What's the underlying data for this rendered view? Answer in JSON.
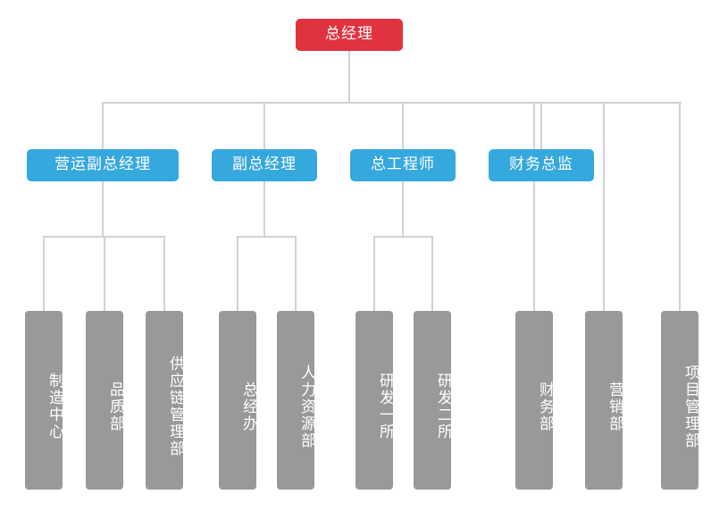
{
  "chart_title": "",
  "colors": {
    "root": "#e0333f",
    "level2": "#35a8dd",
    "leaf": "#999999",
    "connector": "#d2d2d2",
    "background": "#ffffff",
    "text": "#ffffff"
  },
  "org": {
    "root": {
      "label": "总经理",
      "level": 1
    },
    "level2": [
      {
        "label": "营运副总经理"
      },
      {
        "label": "副总经理"
      },
      {
        "label": "总工程师"
      },
      {
        "label": "财务总监"
      }
    ],
    "leaves": [
      {
        "label": "制造中心",
        "parent": "营运副总经理"
      },
      {
        "label": "品质部",
        "parent": "营运副总经理"
      },
      {
        "label": "供应链管理部",
        "parent": "营运副总经理"
      },
      {
        "label": "总经办",
        "parent": "副总经理"
      },
      {
        "label": "人力资源部",
        "parent": "副总经理"
      },
      {
        "label": "研发一所",
        "parent": "总工程师"
      },
      {
        "label": "研发二所",
        "parent": "总工程师"
      },
      {
        "label": "财务部",
        "parent": "财务总监"
      },
      {
        "label": "营销部",
        "parent": "总经理"
      },
      {
        "label": "项目管理部",
        "parent": "总经理"
      }
    ]
  }
}
